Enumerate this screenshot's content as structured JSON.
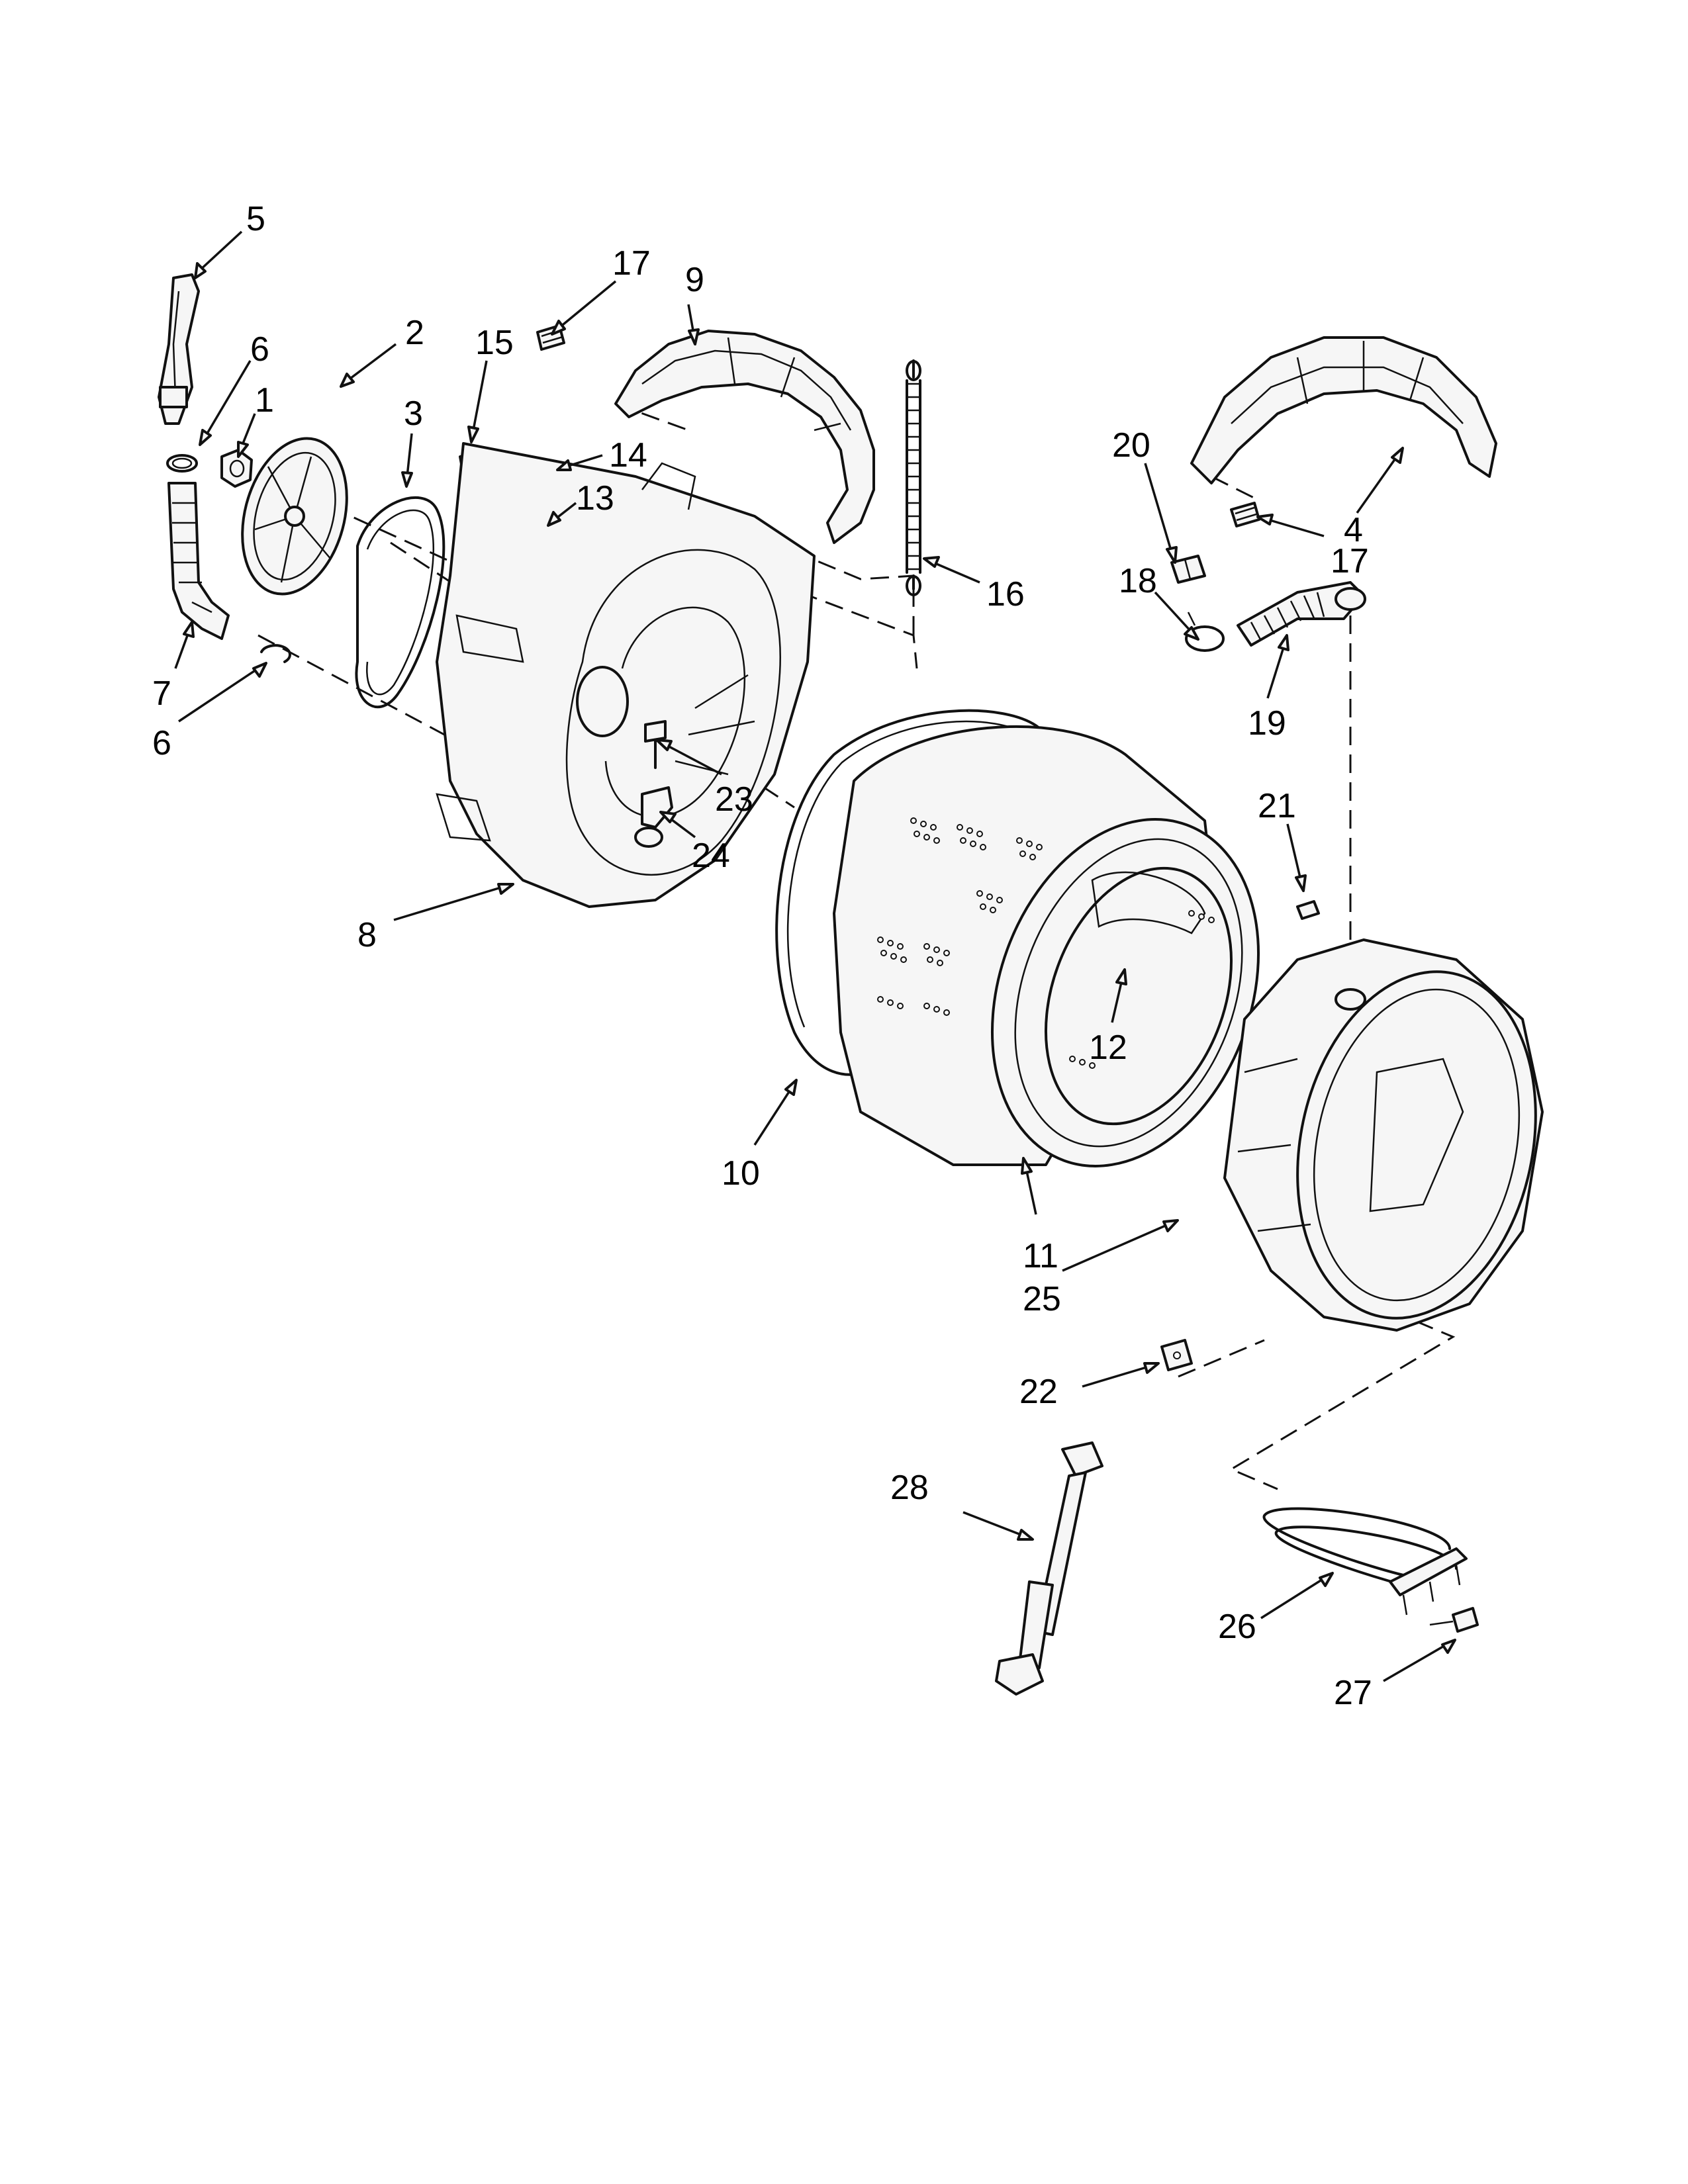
{
  "callouts": [
    {
      "id": "c5",
      "text": "5"
    },
    {
      "id": "c6a",
      "text": "6"
    },
    {
      "id": "c1",
      "text": "1"
    },
    {
      "id": "c2",
      "text": "2"
    },
    {
      "id": "c3",
      "text": "3"
    },
    {
      "id": "c15",
      "text": "15"
    },
    {
      "id": "c17a",
      "text": "17"
    },
    {
      "id": "c9",
      "text": "9"
    },
    {
      "id": "c14",
      "text": "14"
    },
    {
      "id": "c13",
      "text": "13"
    },
    {
      "id": "c16",
      "text": "16"
    },
    {
      "id": "c7",
      "text": "7"
    },
    {
      "id": "c6b",
      "text": "6"
    },
    {
      "id": "c23",
      "text": "23"
    },
    {
      "id": "c24",
      "text": "24"
    },
    {
      "id": "c8",
      "text": "8"
    },
    {
      "id": "c20",
      "text": "20"
    },
    {
      "id": "c4",
      "text": "4"
    },
    {
      "id": "c17b",
      "text": "17"
    },
    {
      "id": "c18",
      "text": "18"
    },
    {
      "id": "c19",
      "text": "19"
    },
    {
      "id": "c21",
      "text": "21"
    },
    {
      "id": "c12",
      "text": "12"
    },
    {
      "id": "c10",
      "text": "10"
    },
    {
      "id": "c11",
      "text": "11"
    },
    {
      "id": "c25",
      "text": "25"
    },
    {
      "id": "c22",
      "text": "22"
    },
    {
      "id": "c28",
      "text": "28"
    },
    {
      "id": "c26",
      "text": "26"
    },
    {
      "id": "c27",
      "text": "27"
    }
  ]
}
